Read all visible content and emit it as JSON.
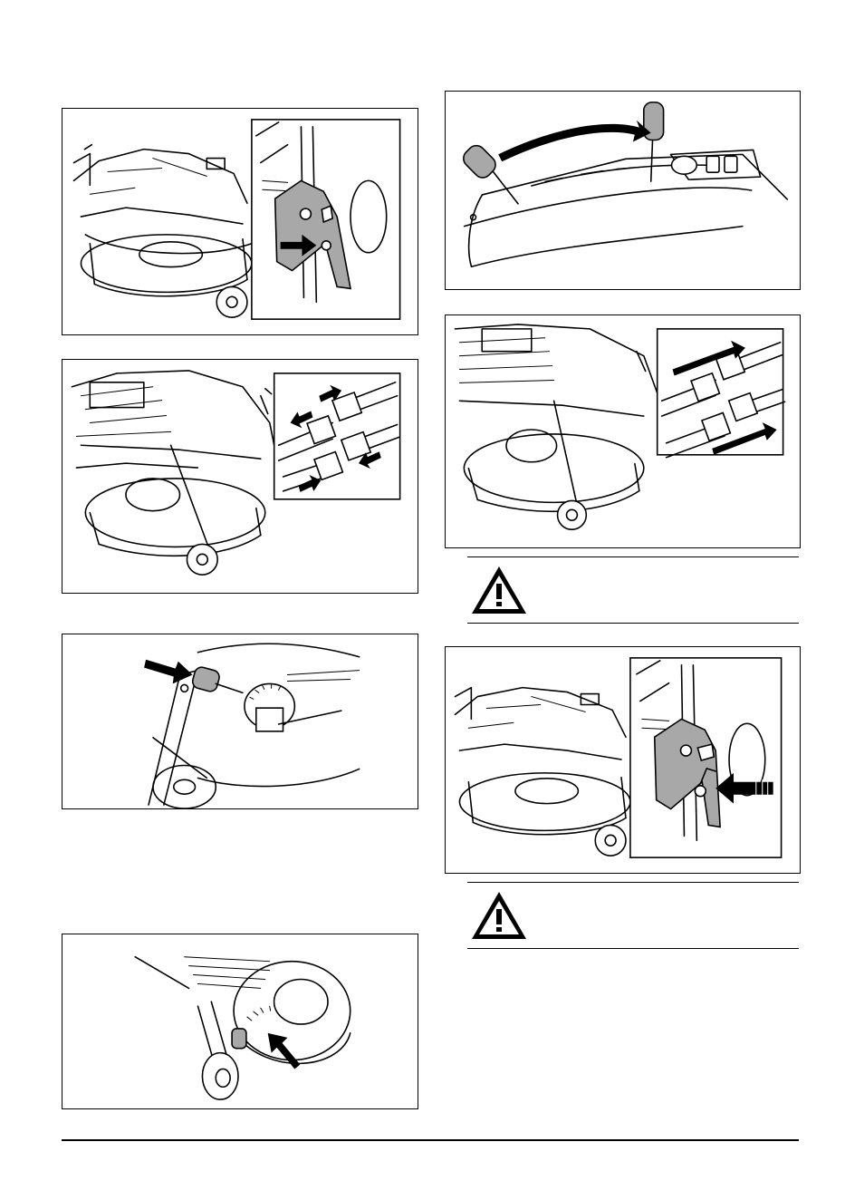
{
  "figures": [
    {
      "id": "fig-1",
      "description_icon": "deck-lock-plate-icon"
    },
    {
      "id": "fig-2",
      "description_icon": "connector-disconnect-icon"
    },
    {
      "id": "fig-3",
      "description_icon": "height-knob-icon"
    },
    {
      "id": "fig-4",
      "description_icon": "height-dial-icon"
    },
    {
      "id": "fig-5",
      "description_icon": "lift-lever-icon"
    },
    {
      "id": "fig-6",
      "description_icon": "connector-connect-icon"
    },
    {
      "id": "fig-7",
      "description_icon": "deck-lock-plate-icon"
    }
  ],
  "warnings": [
    {
      "icon": "warning-triangle-icon"
    },
    {
      "icon": "warning-triangle-icon"
    }
  ],
  "colors": {
    "line": "#000000",
    "fill_gray": "#a8a8a8",
    "background": "#ffffff"
  }
}
